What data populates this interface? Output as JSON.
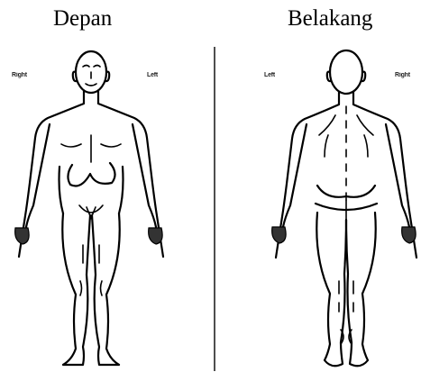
{
  "titles": {
    "front": "Depan",
    "back": "Belakang"
  },
  "side_labels": {
    "front_left": "Right",
    "front_right": "Left",
    "back_left": "Left",
    "back_right": "Right"
  }
}
